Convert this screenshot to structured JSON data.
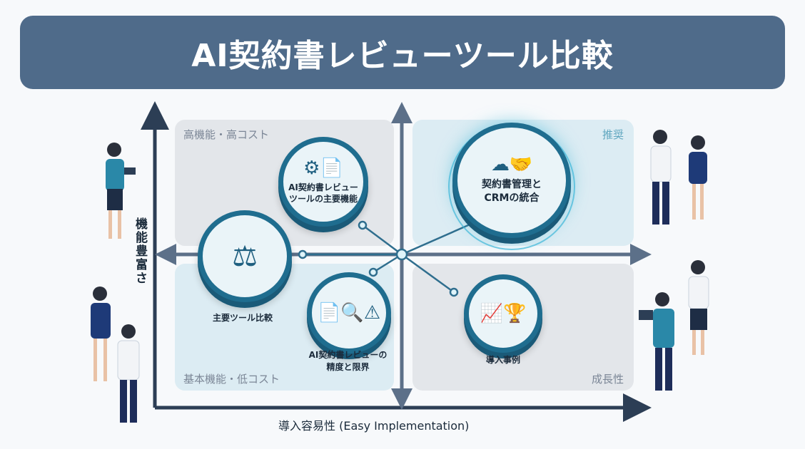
{
  "title": "AI契約書レビューツール比較",
  "axes": {
    "y_label": "機能豊富さ",
    "x_label": "導入容易性 (Easy Implementation)"
  },
  "quadrants": {
    "top_left": "高機能・高コスト",
    "top_right": "推奨",
    "bottom_left": "基本機能・低コスト",
    "bottom_right": "成長性"
  },
  "nodes": {
    "main_features": "AI契約書レビューツールの主要機能",
    "main_features_l1": "AI契約書レビュー",
    "main_features_l2": "ツールの主要機能",
    "crm_l1": "契約書管理と",
    "crm_l2": "CRMの統合",
    "tool_compare": "主要ツール比較",
    "accuracy_l1": "AI契約書レビューの",
    "accuracy_l2": "精度と限界",
    "case_studies": "導入事例"
  },
  "colors": {
    "title_bg": "#4f6b8a",
    "accent": "#1f6d8f",
    "axis": "#4a5f78",
    "glow": "#3fb8d8"
  }
}
